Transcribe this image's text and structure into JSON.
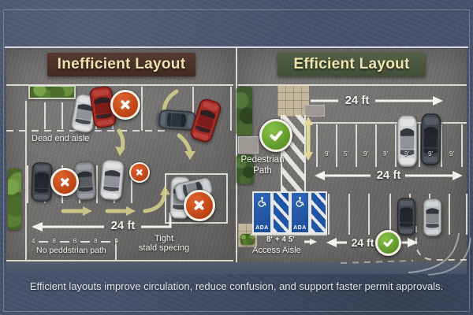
{
  "caption": "Efficient layouts improve circulation, reduce confusion, and support faster permit approvals.",
  "left": {
    "title": "Inefficient Layout",
    "dead_end_label": "Dead end aisle",
    "dim_label": "24 ft",
    "no_path_label": "No peddstrian path",
    "tight_label_line1": "Tight",
    "tight_label_line2": "stald specing",
    "ticks": [
      "4",
      "8",
      "8",
      "8",
      "9"
    ]
  },
  "right": {
    "title": "Efficient Layout",
    "pedestrian_label_line1": "Pedestrian",
    "pedestrian_label_line2": "Path",
    "dim_top": "24 ft",
    "dim_mid": "24 ft",
    "dim_bottom": "24 ft",
    "ada_label": "ADA",
    "access_label_line1": "8' + 4 5'",
    "access_label_line2": "Access Aisle",
    "stall_widths": [
      "9'",
      "5'",
      "9'",
      "9'",
      "9'",
      "9'",
      "9'"
    ]
  },
  "colors": {
    "background_blue": "#45526a",
    "asphalt_gray": "#747270",
    "banner_brown": "#4a332b",
    "banner_olive": "#4c5a40",
    "banner_text": "#eee2ae",
    "error_badge_orange": "#c8501f",
    "ok_badge_green": "#67a62e",
    "ada_blue": "#2156a5",
    "circulation_arrow_yellow": "#d8d48c",
    "road_marking_white": "#e9e8e3"
  }
}
